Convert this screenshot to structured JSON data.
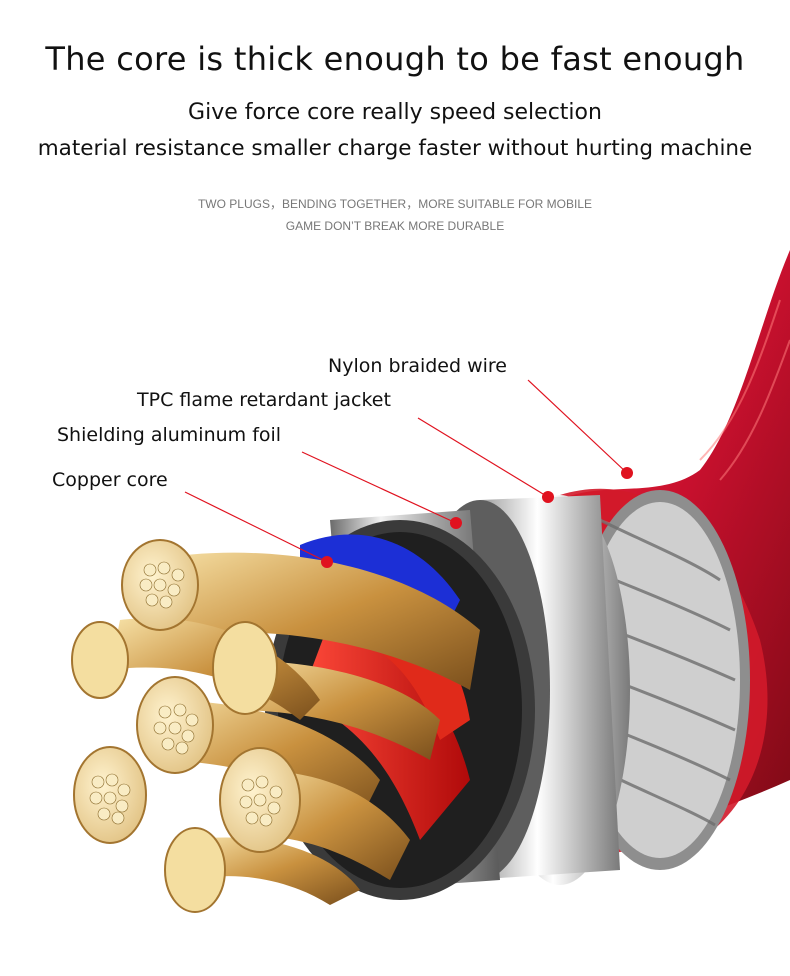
{
  "headline": "The core is thick enough to be fast enough",
  "subtitle_line1": "Give force core really speed selection",
  "subtitle_line2": "material resistance smaller charge faster without hurting machine",
  "small_line1": "TWO PLUGS，BENDING TOGETHER，MORE SUITABLE FOR MOBILE",
  "small_line2": "GAME DON’T BREAK MORE DURABLE",
  "callouts": {
    "nylon": "Nylon braided wire",
    "tpc": "TPC flame retardant jacket",
    "shield": "Shielding aluminum foil",
    "copper": "Copper core"
  },
  "colors": {
    "accent_red": "#e0121f",
    "braid_red": "#c8102e",
    "foil_blue": "#1c2fd6",
    "copper_gold": "#d9b066"
  }
}
